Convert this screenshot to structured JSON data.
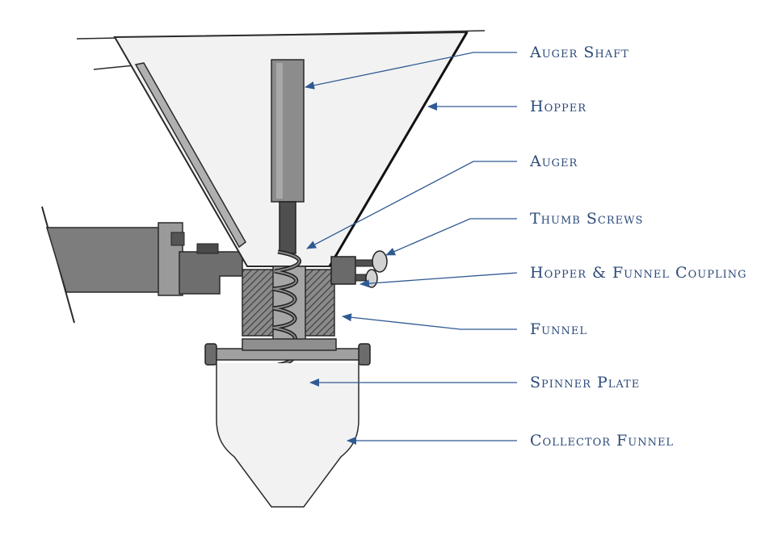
{
  "diagram": {
    "colors": {
      "label": "#2c4a78",
      "arrow": "#2f5a92",
      "outline": "#2a2a2a",
      "hopper_fill": "#f2f2f2",
      "metal_dark": "#7a7a7a",
      "metal_mid": "#9e9e9e",
      "metal_light": "#c4c4c4"
    },
    "labels": [
      {
        "key": "auger-shaft",
        "text": "Auger Shaft"
      },
      {
        "key": "hopper",
        "text": "Hopper"
      },
      {
        "key": "auger",
        "text": "Auger"
      },
      {
        "key": "thumb-screws",
        "text": "Thumb Screws"
      },
      {
        "key": "hopper-funnel-coupling",
        "text": "Hopper & Funnel Coupling"
      },
      {
        "key": "funnel",
        "text": "Funnel"
      },
      {
        "key": "spinner-plate",
        "text": "Spinner Plate"
      },
      {
        "key": "collector-funnel",
        "text": "Collector Funnel"
      }
    ]
  }
}
